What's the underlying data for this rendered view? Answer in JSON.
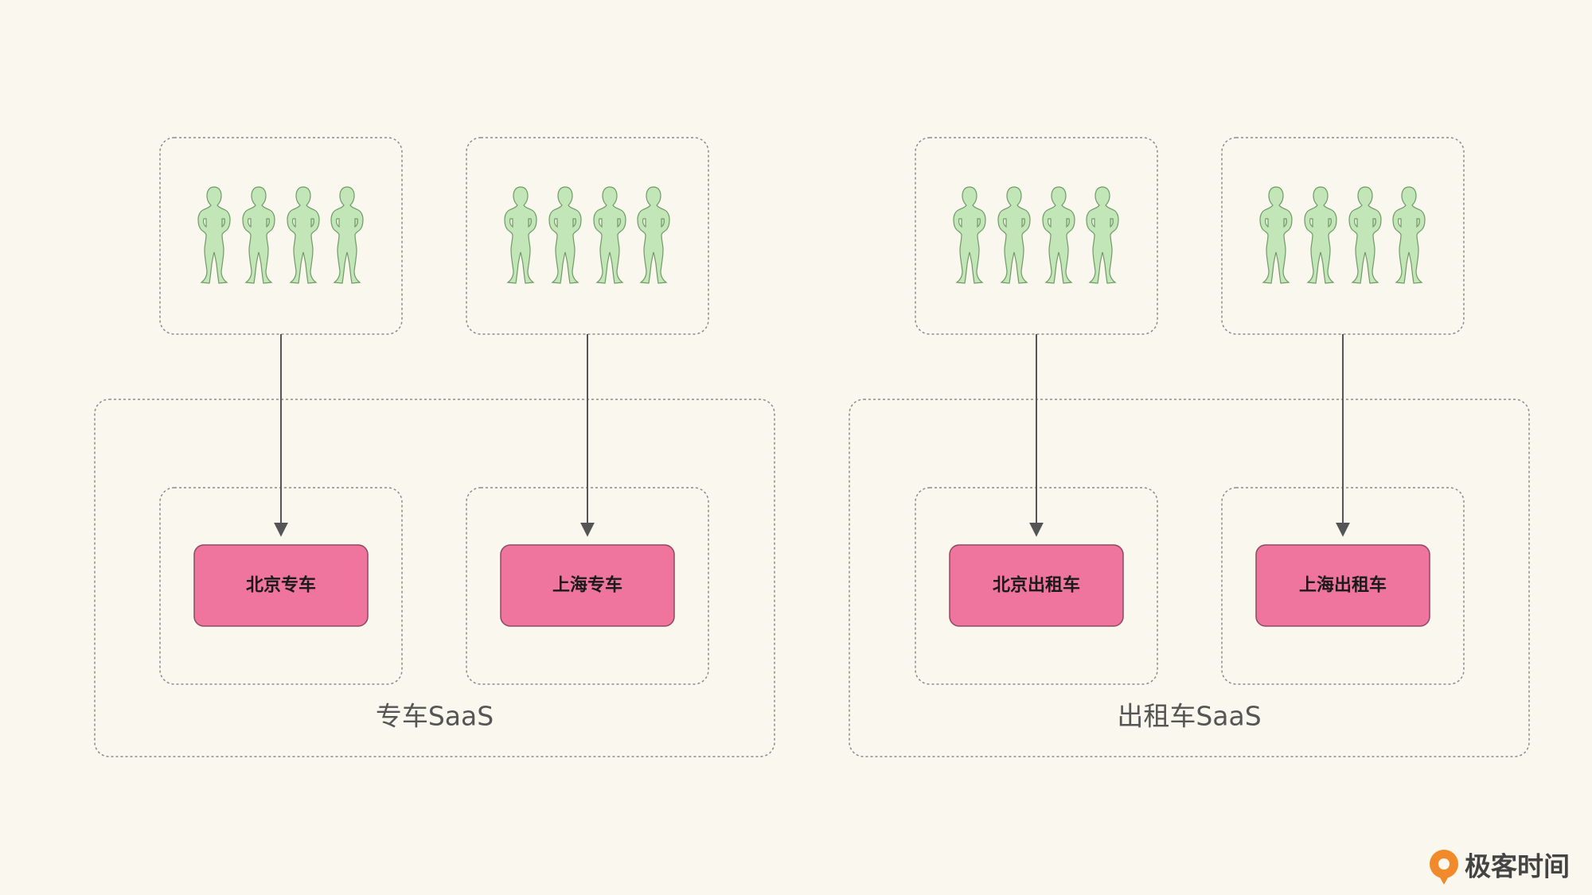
{
  "colors": {
    "background": "#faf8ee",
    "person_fill": "#c3e6b8",
    "person_stroke": "#6f9a66",
    "service_fill": "#ef759e",
    "service_stroke": "#8c4a5e",
    "dashed_border": "#8a8a8a",
    "arrow": "#555555"
  },
  "groups": [
    {
      "label": "专车SaaS",
      "services": [
        "北京专车",
        "上海专车"
      ]
    },
    {
      "label": "出租车SaaS",
      "services": [
        "北京出租车",
        "上海出租车"
      ]
    }
  ],
  "user_groups": [
    {
      "icon": "person-silhouette-icon",
      "count": 4
    },
    {
      "icon": "person-silhouette-icon",
      "count": 4
    },
    {
      "icon": "person-silhouette-icon",
      "count": 4
    },
    {
      "icon": "person-silhouette-icon",
      "count": 4
    }
  ],
  "logo": {
    "text": "极客时间",
    "icon": "geektime-logo-icon"
  }
}
